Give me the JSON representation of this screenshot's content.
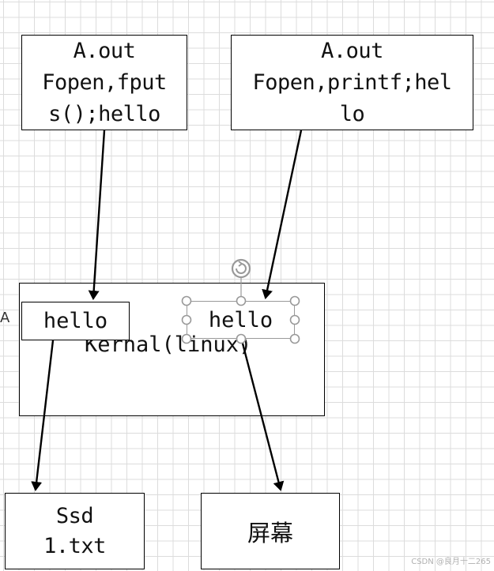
{
  "box_a": {
    "lines": [
      "A.out",
      "Fopen,fput",
      "s();hello"
    ]
  },
  "box_b": {
    "lines": [
      "A.out",
      "Fopen,printf;hel",
      "lo"
    ]
  },
  "kernel": {
    "label": "Kernal(linux)"
  },
  "buffer_left": {
    "label": "hello"
  },
  "buffer_right": {
    "label": "hello"
  },
  "ssd": {
    "lines": [
      "Ssd",
      "1.txt"
    ]
  },
  "screen": {
    "label": "屏幕"
  },
  "edge_glyph": "A",
  "watermark": "CSDN @良月十二265",
  "colors": {
    "line": "#000000",
    "grid": "#dcdcdc",
    "handle": "#999999"
  }
}
